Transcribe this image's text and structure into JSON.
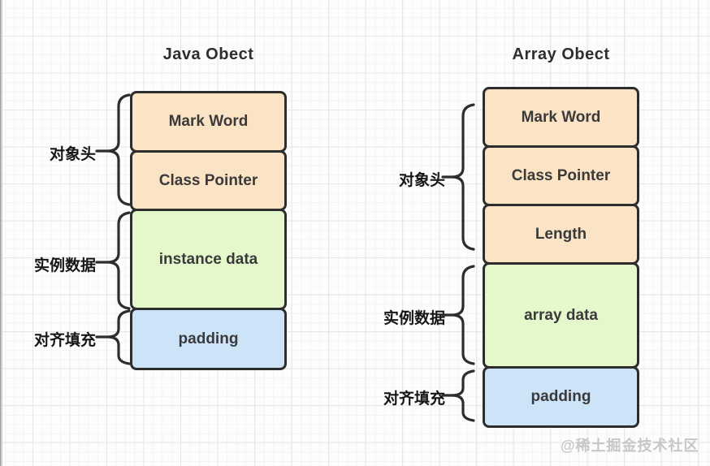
{
  "left_diagram": {
    "title": "Java Obect",
    "blocks": [
      "Mark Word",
      "Class Pointer",
      "instance data",
      "padding"
    ],
    "groups": [
      "对象头",
      "实例数据",
      "对齐填充"
    ]
  },
  "right_diagram": {
    "title": "Array Obect",
    "blocks": [
      "Mark Word",
      "Class Pointer",
      "Length",
      "array data",
      "padding"
    ],
    "groups": [
      "对象头",
      "实例数据",
      "对齐填充"
    ]
  },
  "watermark": "@稀土掘金技术社区",
  "colors": {
    "header_fill": "#fbe3c6",
    "instance_data_fill": "#e4f8cc",
    "padding_fill": "#cde4f8",
    "stroke": "#2d2d2d",
    "grid_major": "#e7e7e7",
    "grid_minor": "#f4f4f4",
    "watermark_gray": "#c7c7c7"
  }
}
